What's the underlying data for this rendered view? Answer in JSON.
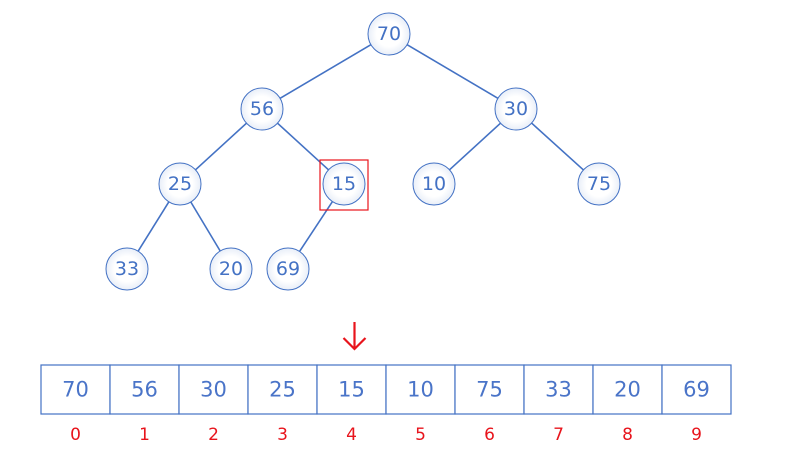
{
  "heap": {
    "values": [
      "70",
      "56",
      "30",
      "25",
      "15",
      "10",
      "75",
      "33",
      "20",
      "69"
    ],
    "indices": [
      "0",
      "1",
      "2",
      "3",
      "4",
      "5",
      "6",
      "7",
      "8",
      "9"
    ],
    "highlighted_index": 4
  },
  "colors": {
    "node_stroke": "#4472c4",
    "edge": "#4472c4",
    "text": "#4472c4",
    "highlight": "#e8141c",
    "index_text": "#e8141c"
  }
}
